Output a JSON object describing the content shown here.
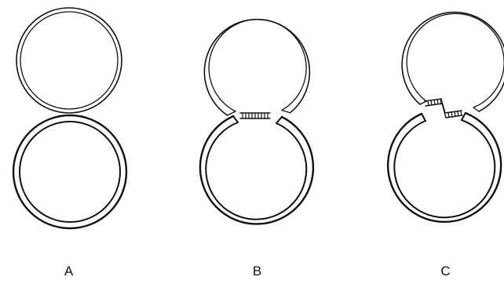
{
  "panels": [
    {
      "label": "A"
    },
    {
      "label": "B"
    },
    {
      "label": "C"
    }
  ],
  "colors": {
    "line": "#111111",
    "background": "#ffffff"
  }
}
